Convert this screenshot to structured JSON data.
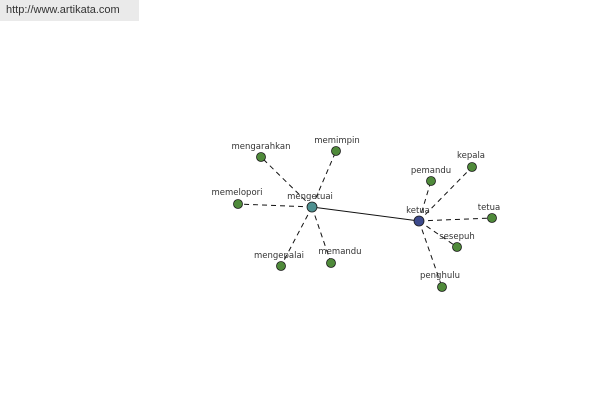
{
  "source_url": "http://www.artikata.com",
  "colors": {
    "hub_primary": "#3d4a8c",
    "hub_secondary": "#4e9090",
    "leaf": "#4f8a3a",
    "edge": "#111111"
  },
  "nodes": [
    {
      "id": "ketua",
      "label": "ketua",
      "kind": "hub_primary"
    },
    {
      "id": "mengetuai",
      "label": "mengetuai",
      "kind": "hub_secondary"
    },
    {
      "id": "mengarahkan",
      "label": "mengarahkan",
      "kind": "leaf"
    },
    {
      "id": "memimpin",
      "label": "memimpin",
      "kind": "leaf"
    },
    {
      "id": "memelopori",
      "label": "memelopori",
      "kind": "leaf"
    },
    {
      "id": "mengepalai",
      "label": "mengepalai",
      "kind": "leaf"
    },
    {
      "id": "memandu",
      "label": "memandu",
      "kind": "leaf"
    },
    {
      "id": "pemandu",
      "label": "pemandu",
      "kind": "leaf"
    },
    {
      "id": "kepala",
      "label": "kepala",
      "kind": "leaf"
    },
    {
      "id": "tetua",
      "label": "tetua",
      "kind": "leaf"
    },
    {
      "id": "sesepuh",
      "label": "sesepuh",
      "kind": "leaf"
    },
    {
      "id": "penghulu",
      "label": "penghulu",
      "kind": "leaf"
    }
  ],
  "edges": [
    {
      "from": "ketua",
      "to": "mengetuai",
      "style": "solid"
    },
    {
      "from": "mengetuai",
      "to": "mengarahkan",
      "style": "dashed"
    },
    {
      "from": "mengetuai",
      "to": "memimpin",
      "style": "dashed"
    },
    {
      "from": "mengetuai",
      "to": "memelopori",
      "style": "dashed"
    },
    {
      "from": "mengetuai",
      "to": "mengepalai",
      "style": "dashed"
    },
    {
      "from": "mengetuai",
      "to": "memandu",
      "style": "dashed"
    },
    {
      "from": "ketua",
      "to": "pemandu",
      "style": "dashed"
    },
    {
      "from": "ketua",
      "to": "kepala",
      "style": "dashed"
    },
    {
      "from": "ketua",
      "to": "tetua",
      "style": "dashed"
    },
    {
      "from": "ketua",
      "to": "sesepuh",
      "style": "dashed"
    },
    {
      "from": "ketua",
      "to": "penghulu",
      "style": "dashed"
    }
  ]
}
